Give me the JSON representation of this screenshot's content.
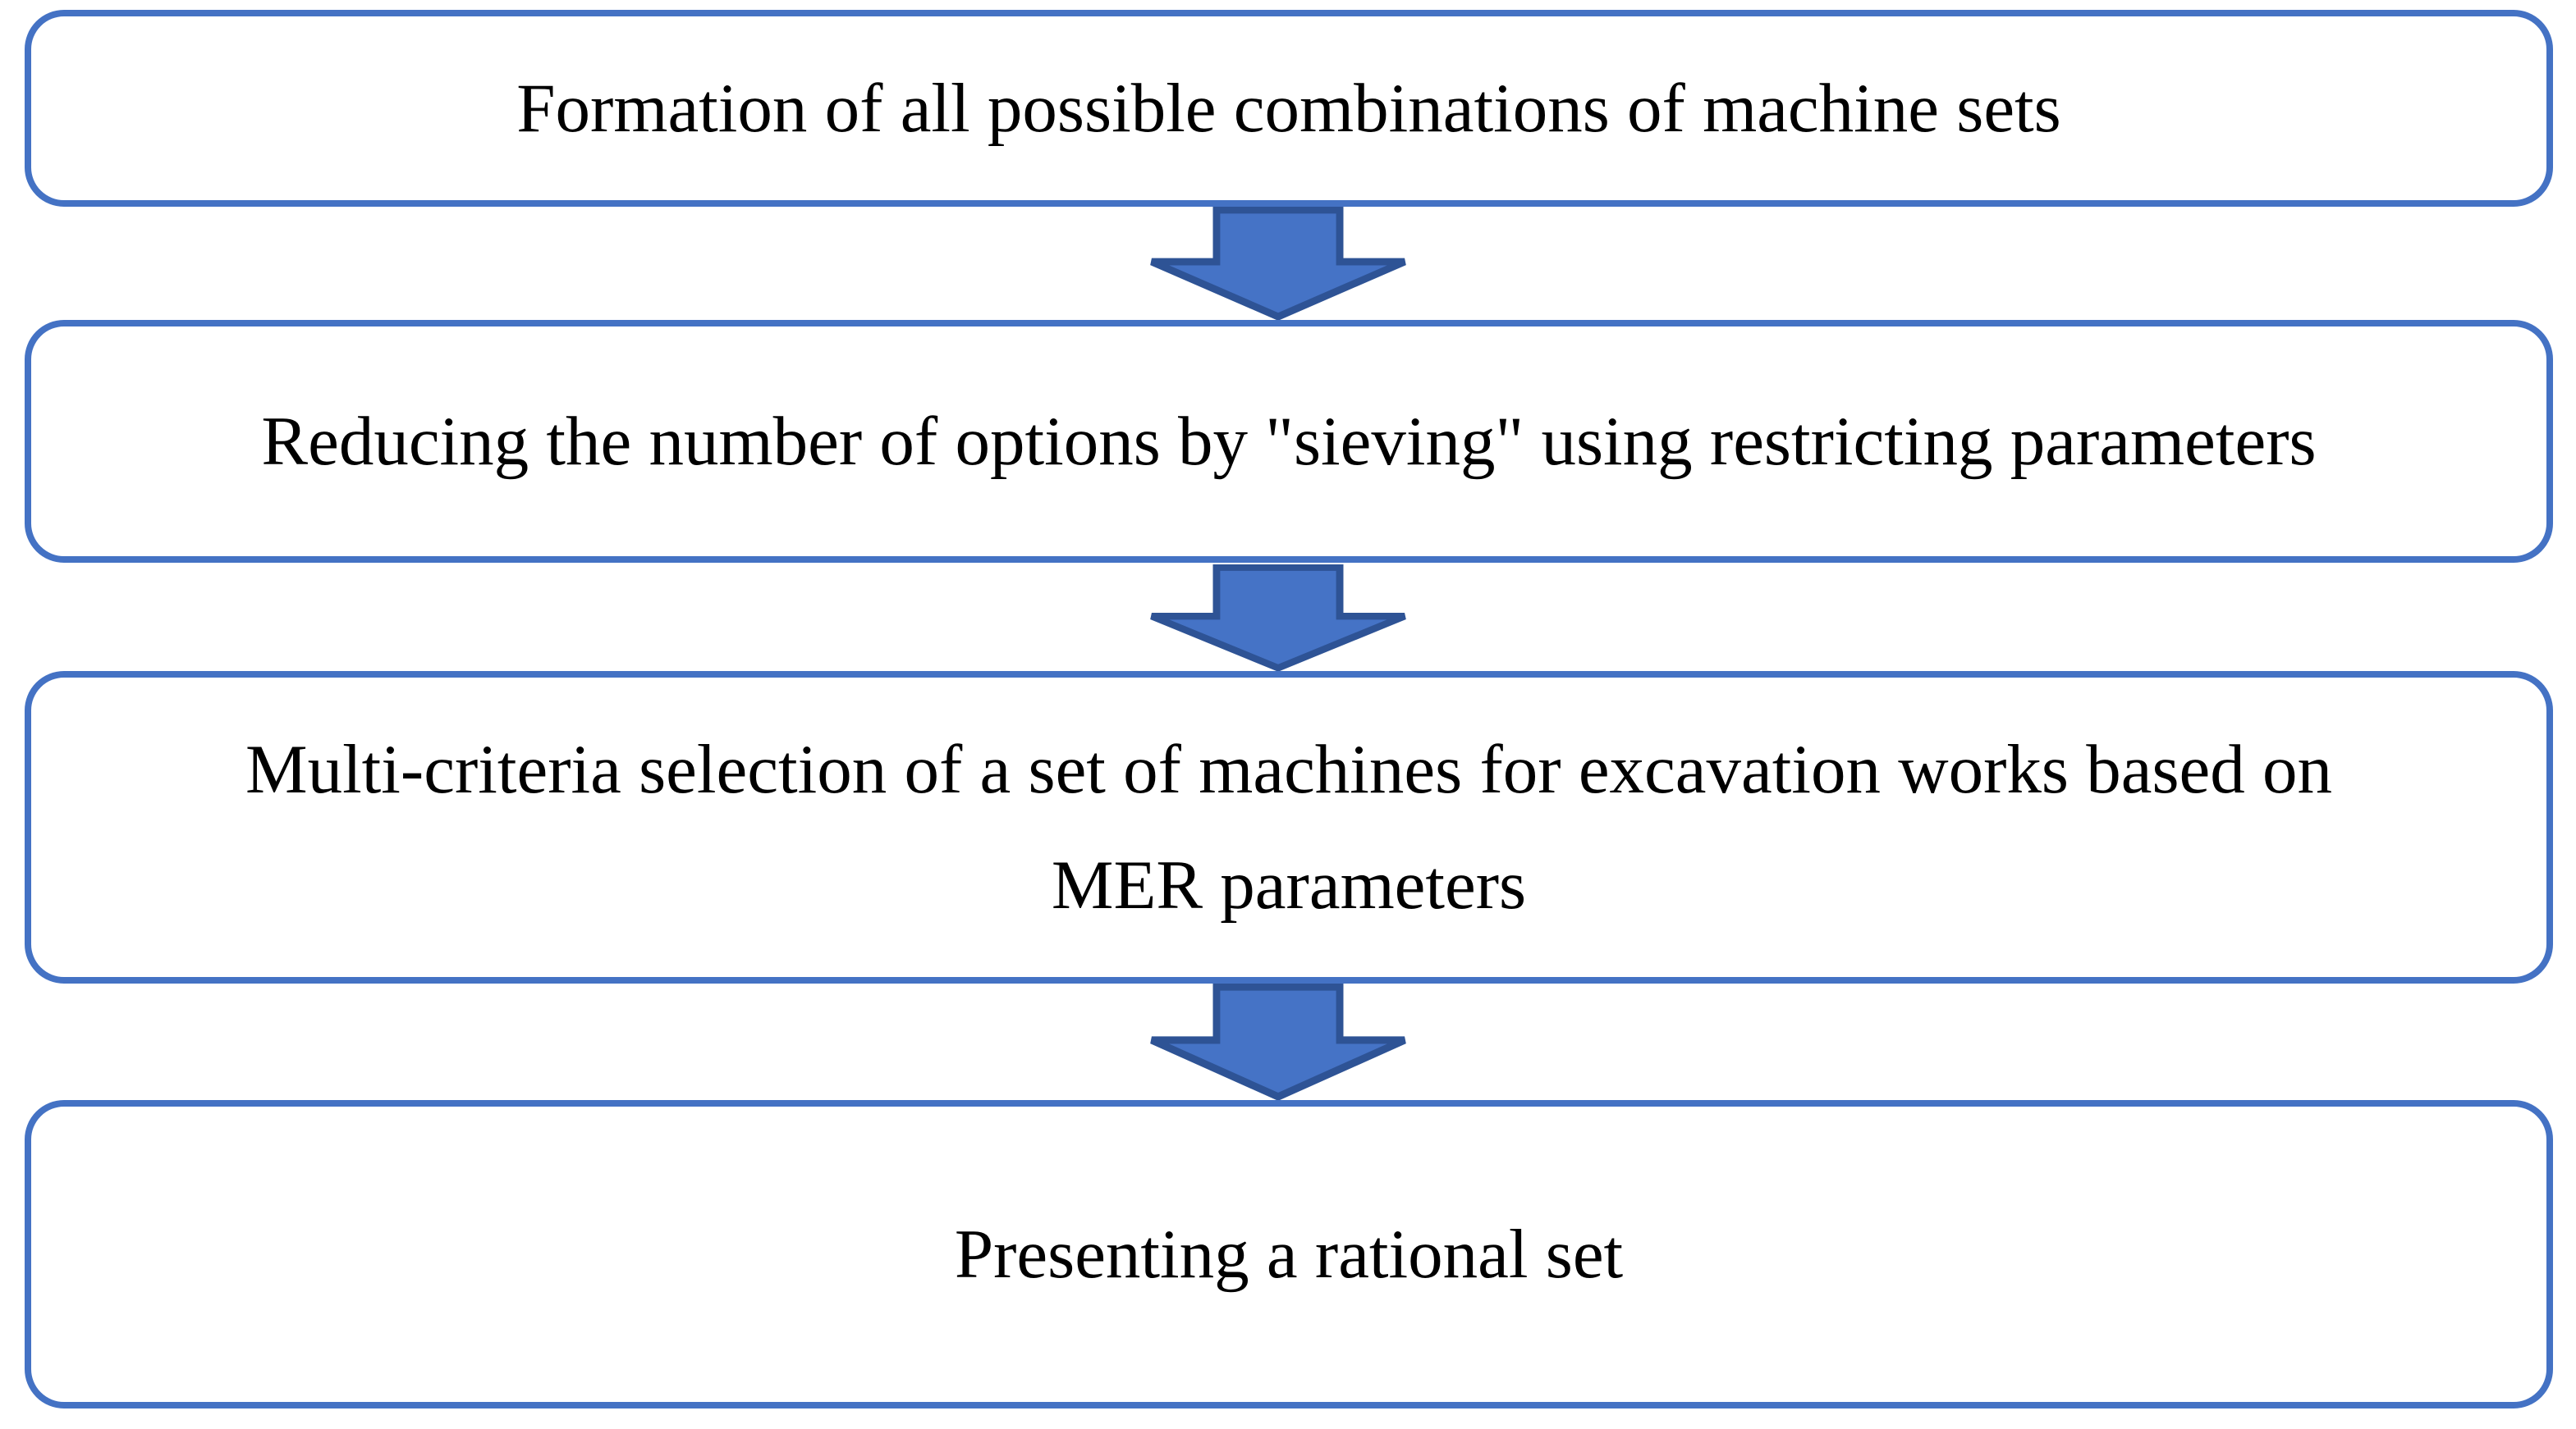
{
  "diagram": {
    "type": "flowchart",
    "direction": "top-down",
    "steps": [
      {
        "label": "Formation of all possible combinations of machine sets"
      },
      {
        "label": "Reducing the number of options by \"sieving\" using restricting parameters"
      },
      {
        "label": "Multi-criteria selection of a set of machines for excavation works based on\nMER parameters"
      },
      {
        "label": "Presenting a rational set"
      }
    ],
    "connectors": [
      {
        "from": 0,
        "to": 1,
        "shape": "block-arrow-down"
      },
      {
        "from": 1,
        "to": 2,
        "shape": "block-arrow-down"
      },
      {
        "from": 2,
        "to": 3,
        "shape": "block-arrow-down"
      }
    ],
    "colors": {
      "box_border": "#4472C4",
      "box_fill": "#FFFFFF",
      "arrow_fill": "#4573C6",
      "arrow_stroke": "#2E5395",
      "text": "#000000",
      "background": "#FFFFFF"
    }
  }
}
